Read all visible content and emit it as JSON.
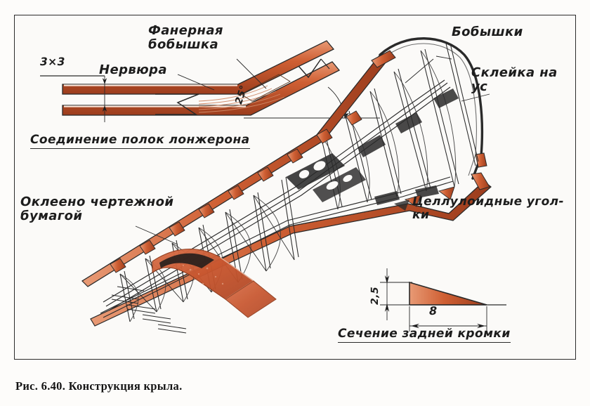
{
  "figure": {
    "caption": "Рис. 6.40. Конструкция крыла.",
    "background_color": "#fbfaf8",
    "frame_color": "#2b2b2b",
    "ink_color": "#1d1d1d",
    "wood_color": "#c8562f",
    "wood_color_light": "#e08a63",
    "wood_color_dark": "#9b3c1c"
  },
  "spar_detail": {
    "title": "Соединение полок лонжерона",
    "dimension_label": "3×3",
    "rib_label": "Нервюра",
    "boss_label": "Фанерная\nбобышка",
    "angle_label": "25°"
  },
  "wing": {
    "bosses_label": "Бобышки",
    "scarf_joint_label": "Склейка на ус",
    "celluloid_label": "Целлулоидные угол-\nки",
    "paper_label": "Оклеено чертежной\nбумагой"
  },
  "edge_section": {
    "title": "Сечение задней кромки",
    "height_label": "2,5",
    "width_label": "8"
  }
}
